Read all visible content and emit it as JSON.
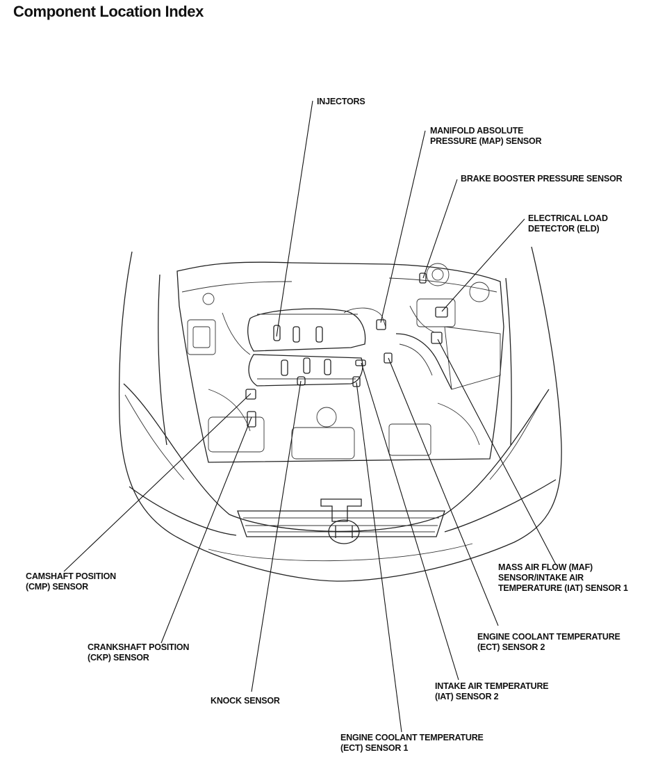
{
  "page": {
    "title": "Component Location Index"
  },
  "labels": {
    "injectors": [
      "INJECTORS"
    ],
    "map_sensor": [
      "MANIFOLD ABSOLUTE",
      "PRESSURE (MAP) SENSOR"
    ],
    "brake_booster": [
      "BRAKE BOOSTER PRESSURE SENSOR"
    ],
    "eld": [
      "ELECTRICAL LOAD",
      "DETECTOR (ELD)"
    ],
    "cmp_sensor": [
      "CAMSHAFT POSITION",
      "(CMP) SENSOR"
    ],
    "maf_sensor": [
      "MASS AIR FLOW (MAF)",
      "SENSOR/INTAKE AIR",
      "TEMPERATURE (IAT) SENSOR 1"
    ],
    "ckp_sensor": [
      "CRANKSHAFT POSITION",
      "(CKP) SENSOR"
    ],
    "ect_sensor_2": [
      "ENGINE COOLANT TEMPERATURE",
      "(ECT) SENSOR 2"
    ],
    "knock_sensor": [
      "KNOCK SENSOR"
    ],
    "iat_sensor_2": [
      "INTAKE AIR TEMPERATURE",
      "(IAT) SENSOR 2"
    ],
    "ect_sensor_1": [
      "ENGINE COOLANT TEMPERATURE",
      "(ECT) SENSOR 1"
    ]
  }
}
